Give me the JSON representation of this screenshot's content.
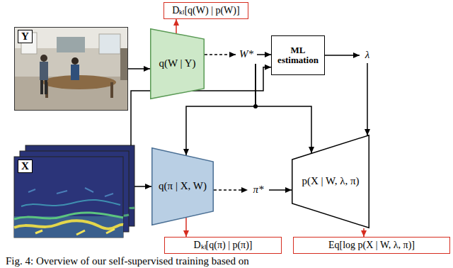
{
  "diagram": {
    "caption": "Fig. 4: Overview of our self-supervised training based on",
    "nodes": [
      {
        "text": [
          "Dₖₗ[q(W) | p(W)]"
        ]
      },
      {
        "text": [
          "Y"
        ]
      },
      {
        "text": [
          "q(W | Y)"
        ]
      },
      {
        "text": [
          "W*"
        ]
      },
      {
        "text": [
          "ML estimation"
        ]
      },
      {
        "text": [
          "λ"
        ]
      },
      {
        "text": [
          "X"
        ]
      },
      {
        "text": [
          "q(π | X, W)"
        ]
      },
      {
        "text": [
          "π*"
        ]
      },
      {
        "text": [
          "p(X | W, λ, π)"
        ]
      },
      {
        "text": [
          "Dₖₗ[q(π) | p(π)]"
        ]
      },
      {
        "text": [
          "Eq[log p(X | W, λ, π)]"
        ]
      }
    ],
    "edges": [
      {
        "from": 1,
        "to": 2,
        "arrow": "to"
      },
      {
        "from": 2,
        "to": 0,
        "arrow": "to"
      },
      {
        "from": 2,
        "to": 3,
        "arrow": "to"
      },
      {
        "from": 3,
        "to": 4,
        "arrow": "to"
      },
      {
        "from": 6,
        "to": 4,
        "arrow": "to"
      },
      {
        "from": 4,
        "to": 5,
        "arrow": "to"
      },
      {
        "from": 5,
        "to": 9,
        "arrow": "to"
      },
      {
        "from": 3,
        "to": 7,
        "arrow": "to"
      },
      {
        "from": 3,
        "to": 9,
        "arrow": "to"
      },
      {
        "from": 6,
        "to": 7,
        "arrow": "to"
      },
      {
        "from": 7,
        "to": 8,
        "arrow": "to"
      },
      {
        "from": 8,
        "to": 9,
        "arrow": "to"
      },
      {
        "from": 7,
        "to": 10,
        "arrow": "to"
      },
      {
        "from": 9,
        "to": 11,
        "arrow": "to"
      }
    ]
  }
}
